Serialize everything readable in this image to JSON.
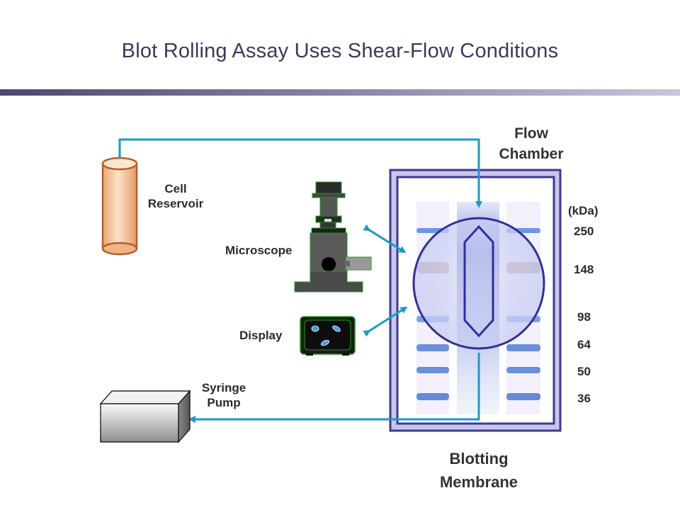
{
  "title": "Blot Rolling Assay Uses Shear-Flow Conditions",
  "labels": {
    "flow_chamber_1": "Flow",
    "flow_chamber_2": "Chamber",
    "cell_reservoir_1": "Cell",
    "cell_reservoir_2": "Reservoir",
    "microscope": "Microscope",
    "display": "Display",
    "syringe_pump_1": "Syringe",
    "syringe_pump_2": "Pump",
    "blotting_membrane_1": "Blotting",
    "blotting_membrane_2": "Membrane"
  },
  "mw_markers": {
    "unit": "(kDa)",
    "values": [
      "250",
      "148",
      "98",
      "64",
      "50",
      "36"
    ]
  },
  "colors": {
    "title": "#3a3a5c",
    "tubing": "#1a9ac8",
    "membrane_frame": "#3b3b8f",
    "reservoir": "#f3c69a",
    "bands_blue": "#3f6fd0",
    "bands_brown": "#b07a6a"
  }
}
